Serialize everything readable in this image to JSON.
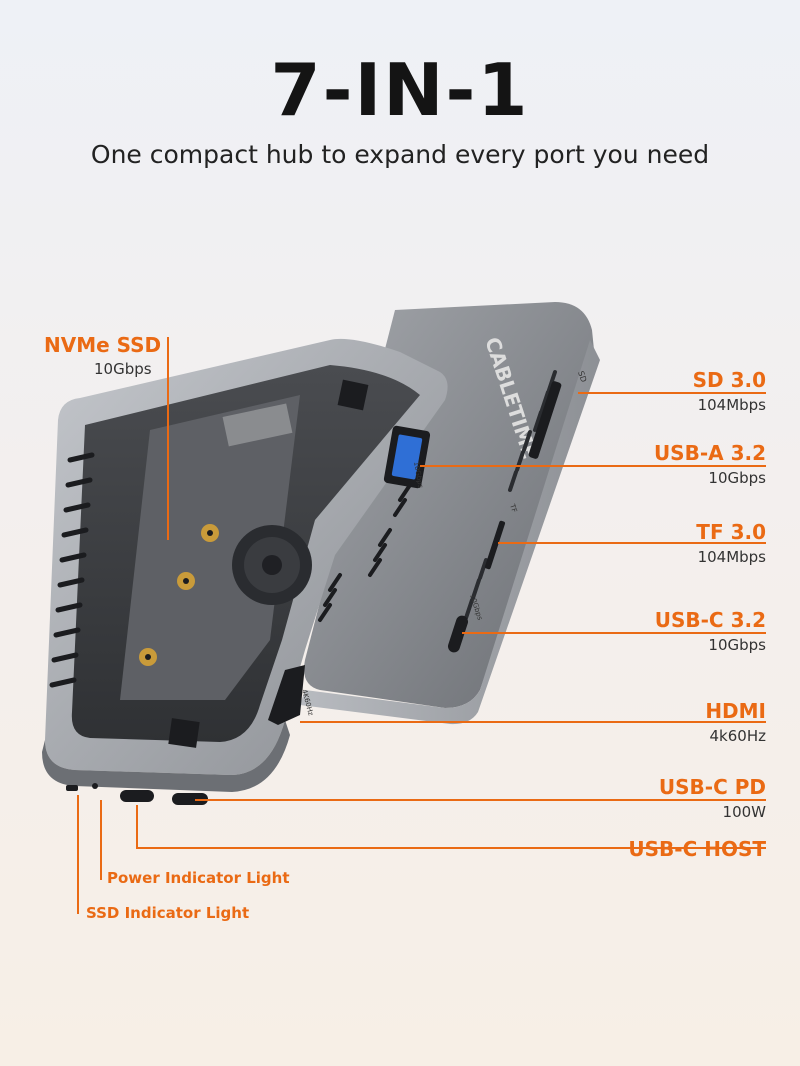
{
  "header": {
    "title": "7-IN-1",
    "subtitle": "One compact hub to expand every port you need"
  },
  "product": {
    "brand": "CABLETIME",
    "port_marks": {
      "sd": "SD",
      "tf": "TF",
      "usba": "10Gbps",
      "usbc": "10Gbps",
      "hdmi": "4K60Hz"
    }
  },
  "callouts": {
    "nvme": {
      "name": "NVMe SSD",
      "spec": "10Gbps"
    },
    "sd": {
      "name": "SD 3.0",
      "spec": "104Mbps"
    },
    "usba": {
      "name": "USB-A 3.2",
      "spec": "10Gbps"
    },
    "tf": {
      "name": "TF 3.0",
      "spec": "104Mbps"
    },
    "usbc": {
      "name": "USB-C 3.2",
      "spec": "10Gbps"
    },
    "hdmi": {
      "name": "HDMI",
      "spec": "4k60Hz"
    },
    "usbcpd": {
      "name": "USB-C PD",
      "spec": "100W"
    },
    "usbchost": {
      "name": "USB-C HOST"
    },
    "power_light": {
      "name": "Power Indicator Light"
    },
    "ssd_light": {
      "name": "SSD Indicator Light"
    }
  },
  "colors": {
    "accent": "#ea6a14",
    "body": "#8c8f94",
    "dark": "#2a2c30"
  }
}
